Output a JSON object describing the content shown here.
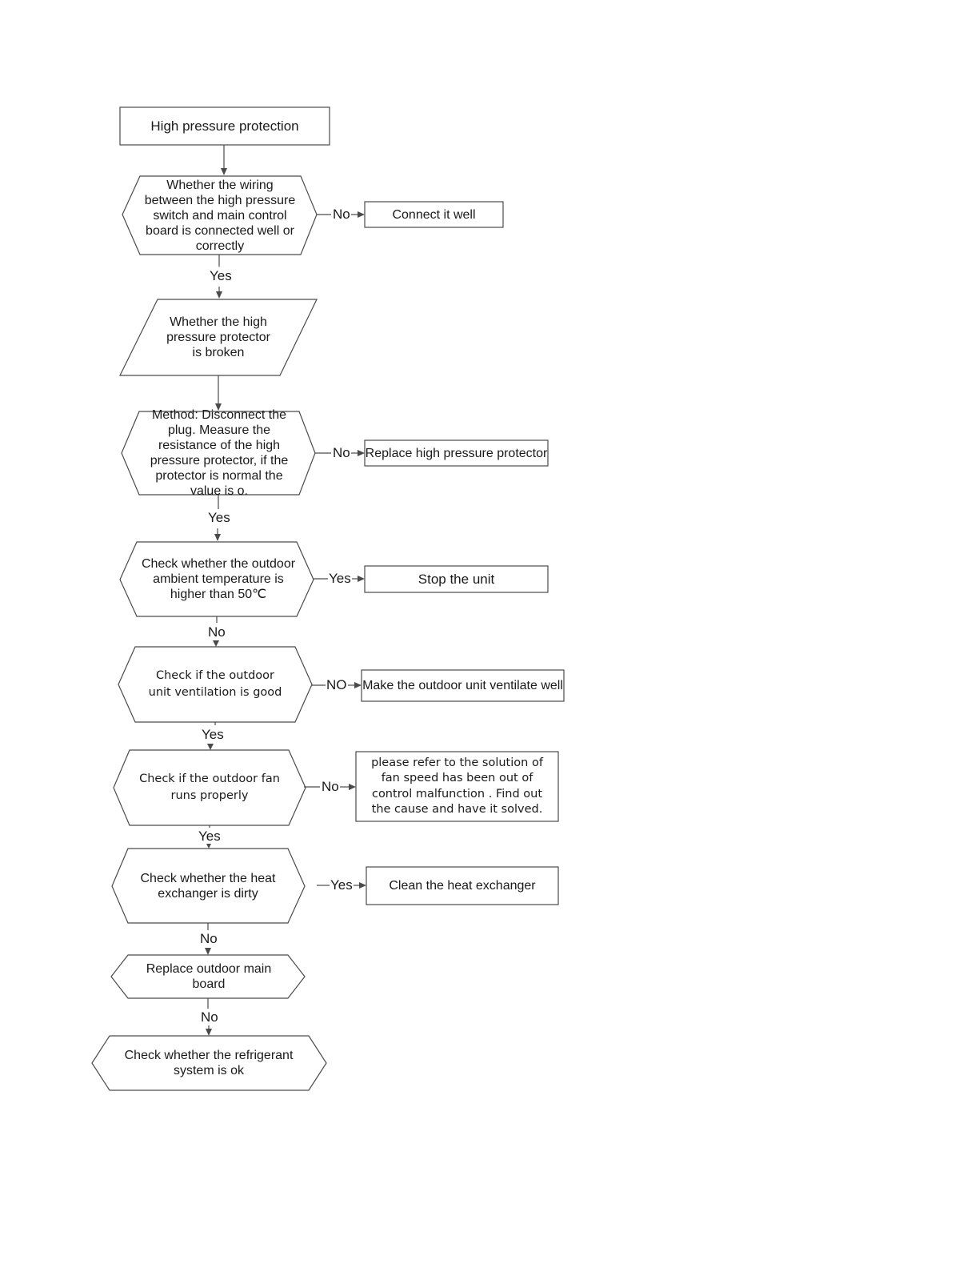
{
  "nodes": {
    "start": "High pressure protection",
    "wiring_check": "Whether the wiring between the high pressure switch and main control board is connected well or correctly",
    "connect_well": "Connect it well",
    "protector_broken": "Whether the high pressure protector is broken",
    "method": "Method: Disconnect the plug. Measure the resistance of the high pressure protector, if the protector is normal the value is o.",
    "replace_protector": "Replace high pressure protector",
    "ambient_temp": "Check whether the outdoor ambient temperature is higher than 50℃",
    "stop_unit": "Stop the unit",
    "ventilation": "Check if the outdoor unit ventilation is good",
    "make_ventilate": "Make the outdoor unit ventilate well",
    "fan_runs": "Check if the outdoor fan runs properly",
    "fan_solution": "please refer to the solution of fan speed has been out of control malfunction . Find out the cause and have it solved.",
    "heat_exchanger": "Check whether the heat exchanger is dirty",
    "clean_exchanger": "Clean the heat exchanger",
    "replace_board": "Replace outdoor main board",
    "refrigerant": "Check whether the refrigerant system is ok"
  },
  "edges": {
    "wiring_no": "No",
    "wiring_yes": "Yes",
    "method_no": "No",
    "method_yes": "Yes",
    "ambient_yes": "Yes",
    "ambient_no": "No",
    "vent_no": "NO",
    "vent_yes": "Yes",
    "fan_no": "No",
    "fan_yes": "Yes",
    "exchanger_yes": "Yes",
    "exchanger_no": "No",
    "board_no": "No"
  }
}
